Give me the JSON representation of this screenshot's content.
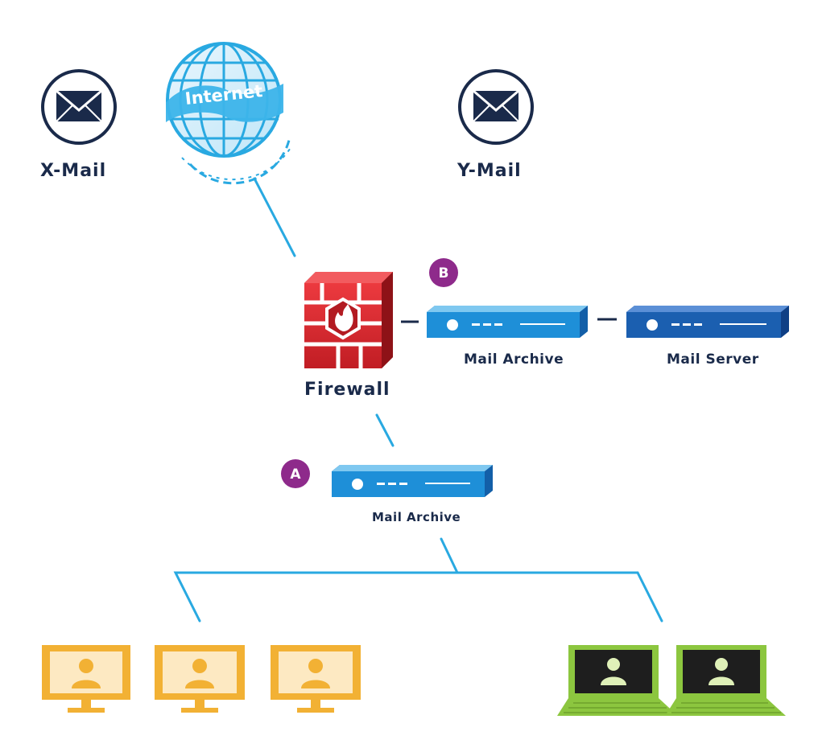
{
  "nodes": {
    "x_mail": {
      "label": "X-Mail"
    },
    "y_mail": {
      "label": "Y-Mail"
    },
    "internet": {
      "label": "Internet"
    },
    "firewall": {
      "label": "Firewall"
    },
    "mail_archive_b": {
      "label": "Mail Archive",
      "badge": "B"
    },
    "mail_server": {
      "label": "Mail Server"
    },
    "mail_archive_a": {
      "label": "Mail Archive",
      "badge": "A"
    }
  },
  "colors": {
    "link": "#29a9e1",
    "mail_icon": "#1a2a4a",
    "firewall": "#d9232a",
    "archive_appliance": "#1e8fd8",
    "server_appliance": "#1b5fb0",
    "badge": "#8e2a8b",
    "desktop": "#f2b134",
    "laptop": "#8cc63f"
  },
  "icons": [
    "envelope-icon",
    "globe-icon",
    "firewall-icon",
    "appliance-icon",
    "desktop-user-icon",
    "laptop-user-icon"
  ]
}
